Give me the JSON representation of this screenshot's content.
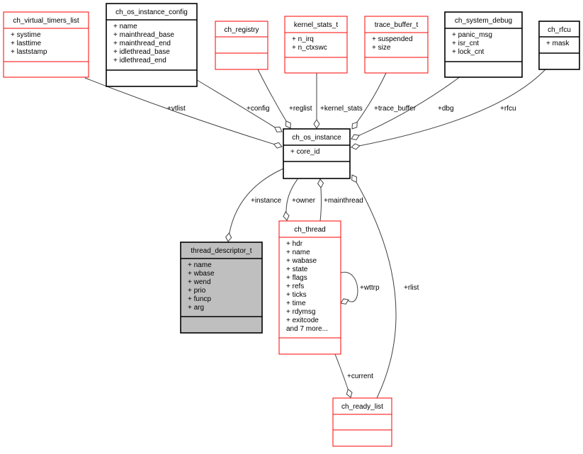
{
  "colors": {
    "red_border": "#ff0000",
    "black_border": "#000000",
    "focus_fill": "#bfbfbf",
    "edge": "#404040"
  },
  "classes": {
    "ch_virtual_timers_list": {
      "title": "ch_virtual_timers_list",
      "members": [
        "+ systime",
        "+ lasttime",
        "+ laststamp"
      ]
    },
    "ch_os_instance_config": {
      "title": "ch_os_instance_config",
      "members": [
        "+ name",
        "+ mainthread_base",
        "+ mainthread_end",
        "+ idlethread_base",
        "+ idlethread_end"
      ]
    },
    "ch_registry": {
      "title": "ch_registry",
      "members": []
    },
    "kernel_stats_t": {
      "title": "kernel_stats_t",
      "members": [
        "+ n_irq",
        "+ n_ctxswc"
      ]
    },
    "trace_buffer_t": {
      "title": "trace_buffer_t",
      "members": [
        "+ suspended",
        "+ size"
      ]
    },
    "ch_system_debug": {
      "title": "ch_system_debug",
      "members": [
        "+ panic_msg",
        "+ isr_cnt",
        "+ lock_cnt"
      ]
    },
    "ch_rfcu": {
      "title": "ch_rfcu",
      "members": [
        "+ mask"
      ]
    },
    "ch_os_instance": {
      "title": "ch_os_instance",
      "members": [
        "+ core_id"
      ]
    },
    "thread_descriptor_t": {
      "title": "thread_descriptor_t",
      "members": [
        "+ name",
        "+ wbase",
        "+ wend",
        "+ prio",
        "+ funcp",
        "+ arg"
      ]
    },
    "ch_thread": {
      "title": "ch_thread",
      "members": [
        "+ hdr",
        "+ name",
        "+ wabase",
        "+ state",
        "+ flags",
        "+ refs",
        "+ ticks",
        "+ time",
        "+ rdymsg",
        "+ exitcode",
        "and 7 more..."
      ]
    },
    "ch_ready_list": {
      "title": "ch_ready_list",
      "members": []
    }
  },
  "edges": [
    {
      "label": "+vtlist",
      "from": "ch_virtual_timers_list",
      "to": "ch_os_instance"
    },
    {
      "label": "+config",
      "from": "ch_os_instance_config",
      "to": "ch_os_instance"
    },
    {
      "label": "+reglist",
      "from": "ch_registry",
      "to": "ch_os_instance"
    },
    {
      "label": "+kernel_stats",
      "from": "kernel_stats_t",
      "to": "ch_os_instance"
    },
    {
      "label": "+trace_buffer",
      "from": "trace_buffer_t",
      "to": "ch_os_instance"
    },
    {
      "label": "+dbg",
      "from": "ch_system_debug",
      "to": "ch_os_instance"
    },
    {
      "label": "+rfcu",
      "from": "ch_rfcu",
      "to": "ch_os_instance"
    },
    {
      "label": "+instance",
      "from": "ch_os_instance",
      "to": "thread_descriptor_t"
    },
    {
      "label": "+owner",
      "from": "ch_os_instance",
      "to": "ch_thread"
    },
    {
      "label": "+mainthread",
      "from": "ch_thread",
      "to": "ch_os_instance"
    },
    {
      "label": "+rlist",
      "from": "ch_ready_list",
      "to": "ch_os_instance"
    },
    {
      "label": "+current",
      "from": "ch_thread",
      "to": "ch_ready_list"
    },
    {
      "label": "+wttrp",
      "from": "ch_thread",
      "to": "ch_thread"
    }
  ]
}
